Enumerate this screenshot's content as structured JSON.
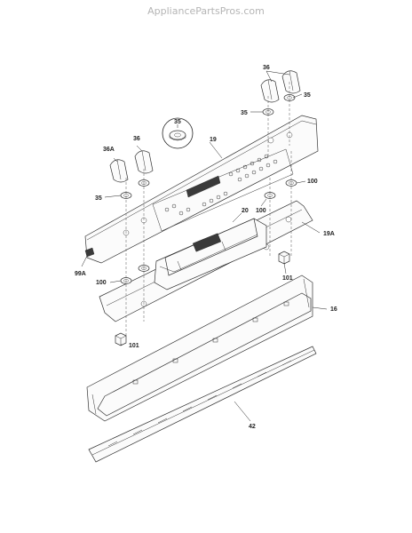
{
  "watermark": "AppliancePartsPros.com",
  "callouts": {
    "c36_top": "36",
    "c35_right": "35",
    "c35_top_left": "35",
    "c35_detail": "35",
    "c36": "36",
    "c36A": "36A",
    "c19": "19",
    "c35_left": "35",
    "c100_right": "100",
    "c20": "20",
    "c100_mid": "100",
    "c19A": "19A",
    "c99A": "99A",
    "c100_left": "100",
    "c101_right": "101",
    "c16": "16",
    "c101_left": "101",
    "c42": "42"
  }
}
